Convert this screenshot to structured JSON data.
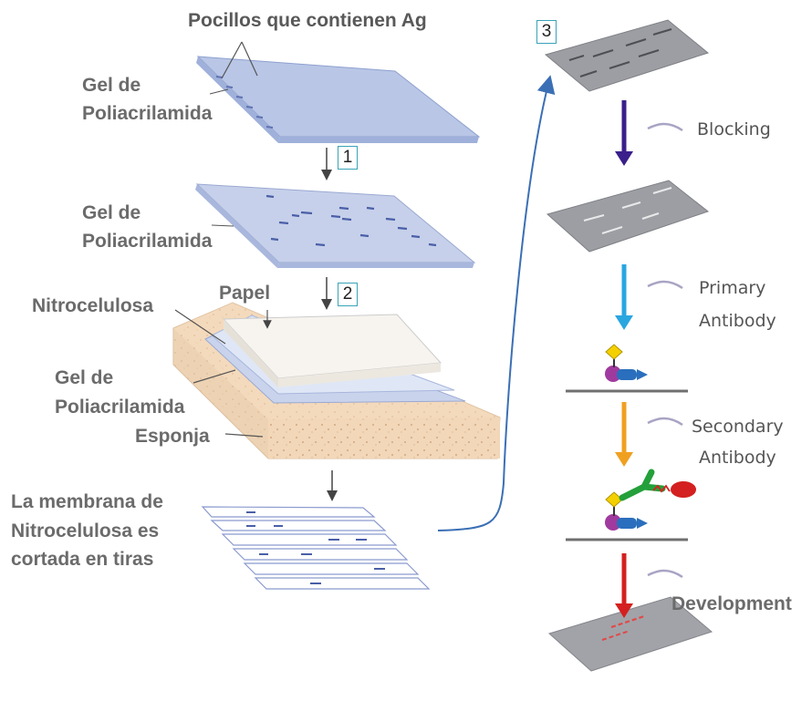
{
  "labels": {
    "wells": "Pocillos que contienen Ag",
    "gel1_line1": "Gel de",
    "gel1_line2": "Poliacrilamida",
    "gel2_line1": "Gel de",
    "gel2_line2": "Poliacrilamida",
    "paper": "Papel",
    "nitro": "Nitrocelulosa",
    "gel3_line1": "Gel de",
    "gel3_line2": "Poliacrilamida",
    "sponge": "Esponja",
    "cut_line1": "La membrana de",
    "cut_line2": "Nitrocelulosa es",
    "cut_line3": "cortada en tiras"
  },
  "steps": {
    "s1": "1",
    "s2": "2",
    "s3": "3"
  },
  "right_steps": {
    "blocking": "Blocking",
    "primary_line1": "Primary",
    "primary_line2": "Antibody",
    "secondary_line1": "Secondary",
    "secondary_line2": "Antibody",
    "development": "Development"
  },
  "colors": {
    "blocking_arrow": "#3b1f8a",
    "primary_arrow": "#29a6e0",
    "secondary_arrow": "#f0a020",
    "development_arrow": "#d42020",
    "connector": "#3b6fb5"
  }
}
